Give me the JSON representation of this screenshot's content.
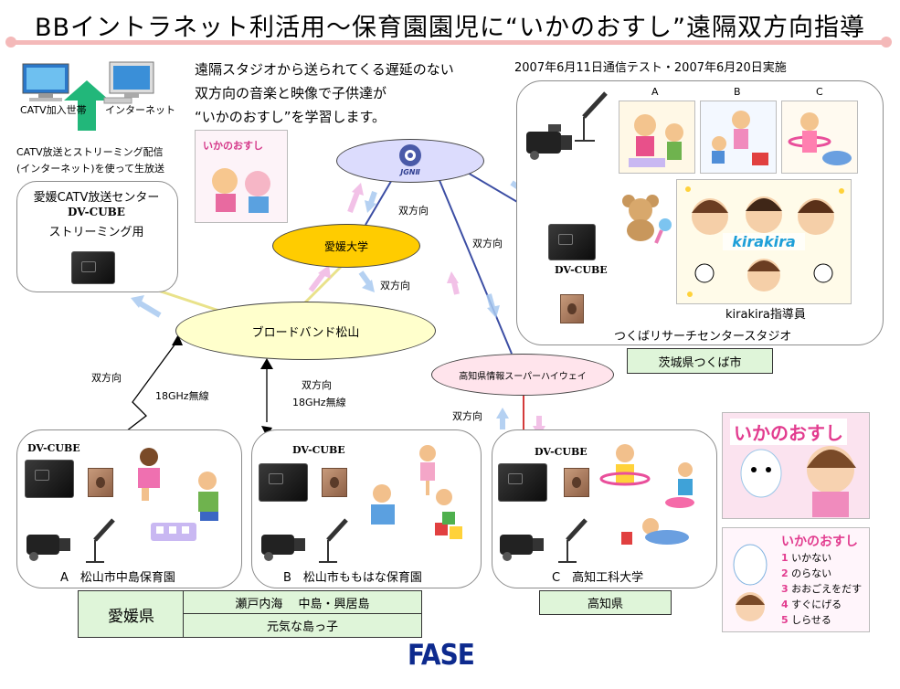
{
  "title": "BBイントラネット利活用～保育園園児に“いかのおすし”遠隔双方向指導",
  "intro": {
    "line1": "遠隔スタジオから送られてくる遅延のない",
    "line2": "双方向の音楽と映像で子供達が",
    "line3": "“いかのおすし”を学習します。"
  },
  "dates": "2007年6月11日通信テスト・2007年6月20日実施",
  "top_left": {
    "catv_home": "CATV加入世帯",
    "internet": "インターネット",
    "broadcast_line1": "CATV放送とストリーミング配信",
    "broadcast_line2": "(インターネット)を使って生放送"
  },
  "catv_center": {
    "line1": "愛媛CATV放送センター",
    "line2": "DV-CUBE",
    "line3": "ストリーミング用"
  },
  "networks": {
    "jgn": "JGNⅡ",
    "ehime_univ": "愛媛大学",
    "broadband": "ブロードバンド松山",
    "kochi_highway": "高知県情報スーパーハイウェイ"
  },
  "links": {
    "bidir_1": "双方向",
    "bidir_2": "双方向",
    "bidir_3": "双方向",
    "bidir_4": "双方向",
    "bidir_5": "双方向",
    "bidir_6": "双方向",
    "wireless_1": "18GHz無線",
    "wireless_2": "18GHz無線"
  },
  "studio": {
    "label_a": "A",
    "label_b": "B",
    "label_c": "C",
    "dvcube": "DV-CUBE",
    "kirakira_logo": "kirakira",
    "instructor": "kirakira指導員",
    "name": "つくばリサーチセンタースタジオ",
    "region": "茨城県つくば市"
  },
  "sites": [
    {
      "dvcube": "DV-CUBE",
      "name": "A　松山市中島保育園"
    },
    {
      "dvcube": "DV-CUBE",
      "name": "B　松山市ももはな保育園"
    },
    {
      "dvcube": "DV-CUBE",
      "name": "C　高知工科大学"
    }
  ],
  "bottom": {
    "ehime": "愛媛県",
    "setonaikai": "瀬戸内海　 中島・興居島",
    "genki": "元気な島っ子",
    "kochi": "高知県",
    "logo": "FASE"
  },
  "posters": {
    "small_cover": "いかのおすし",
    "right_top": "いかのおすし",
    "right_bottom_title": "いかのおすし",
    "rules": [
      {
        "num": "1",
        "text": "いかない"
      },
      {
        "num": "2",
        "text": "のらない"
      },
      {
        "num": "3",
        "text": "おおごえをだす"
      },
      {
        "num": "4",
        "text": "すぐにげる"
      },
      {
        "num": "5",
        "text": "しらせる"
      }
    ]
  }
}
